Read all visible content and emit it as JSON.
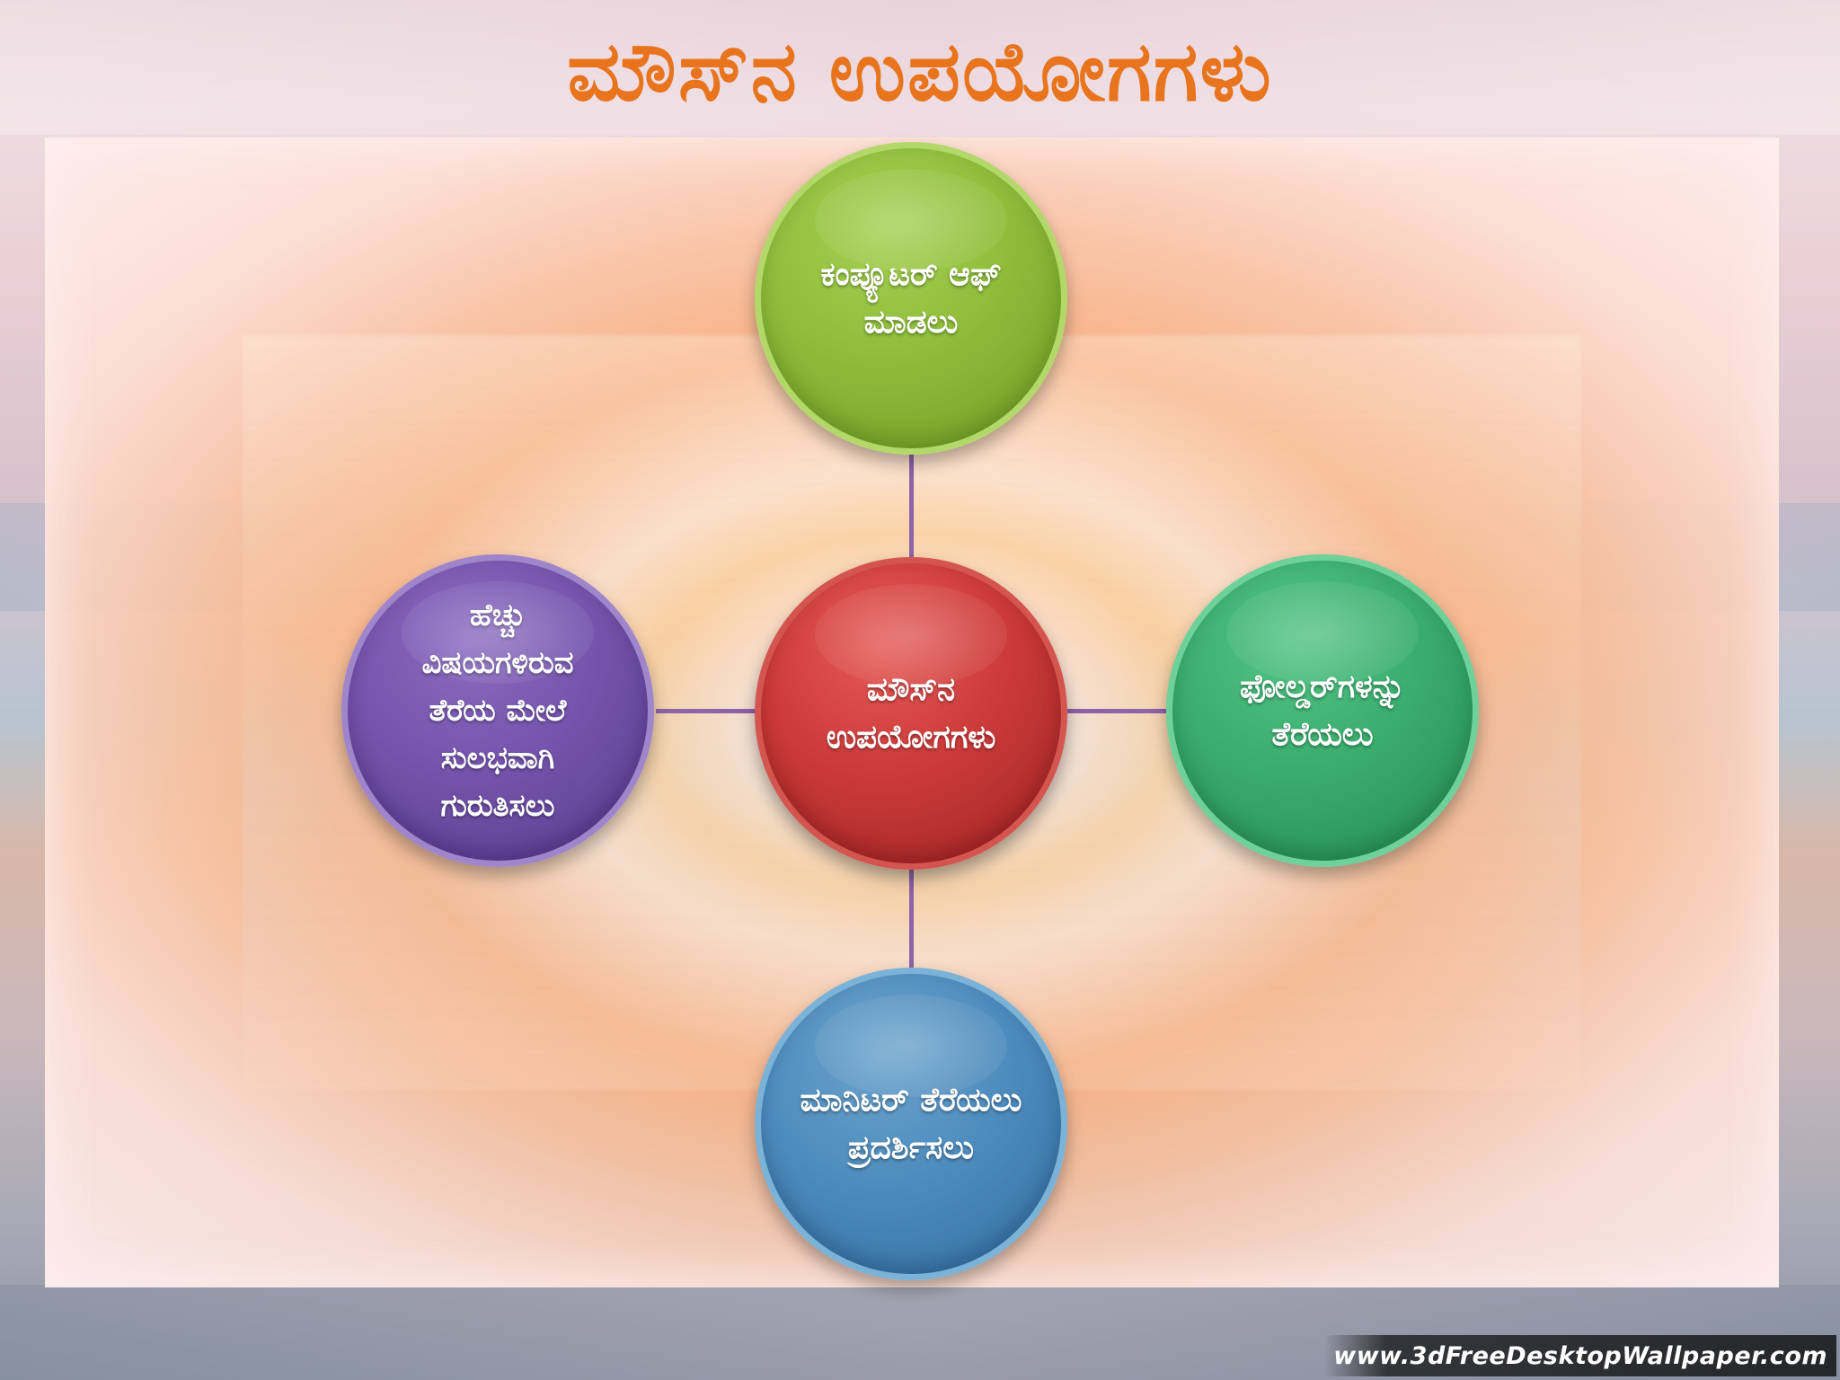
{
  "title": "ಮೌಸ್‌ನ ಉಪಯೋಗಗಳು",
  "diagram": {
    "center": {
      "label": "ಮೌಸ್‌ನ ಉಪಯೋಗಗಳು",
      "color": "#cc3a3a"
    },
    "top": {
      "label": "ಕಂಪ್ಯೂಟರ್ ಆಫ್ ಮಾಡಲು",
      "color": "#8fbd3a"
    },
    "right": {
      "label": "ಫೋಲ್ಡರ್‌ಗಳನ್ನು ತೆರೆಯಲು",
      "color": "#3aad6e"
    },
    "bottom": {
      "label": "ಮಾನಿಟರ್ ತೆರೆಯಲು ಪ್ರದರ್ಶಿಸಲು",
      "color": "#4e8cbd"
    },
    "left": {
      "label": "ಹೆಚ್ಚು ವಿಷಯಗಳಿರುವ ತೆರೆಯ ಮೇಲೆ ಸುಲಭವಾಗಿ ಗುರುತಿಸಲು",
      "color": "#7454ac"
    },
    "connector_color": "#8e63a8"
  },
  "title_color": "#e8741e",
  "watermark": "www.3dFreeDesktopWallpaper.com"
}
